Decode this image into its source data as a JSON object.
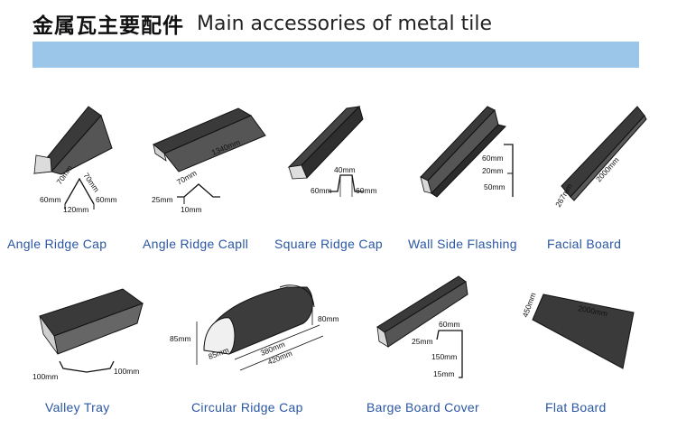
{
  "header": {
    "title_zh": "金属瓦主要配件",
    "title_en": "Main accessories of metal tile"
  },
  "products": [
    {
      "id": "angle-ridge-cap",
      "label": "Angle Ridge Cap",
      "dims": [
        "70mm",
        "70mm",
        "60mm",
        "60mm",
        "120mm"
      ]
    },
    {
      "id": "angle-ridge-cap-2",
      "label": "Angle Ridge Capll",
      "dims": [
        "1340mm",
        "70mm",
        "25mm",
        "10mm"
      ]
    },
    {
      "id": "square-ridge-cap",
      "label": "Square Ridge Cap",
      "dims": [
        "40mm",
        "60mm",
        "60mm"
      ]
    },
    {
      "id": "wall-side-flashing",
      "label": "Wall Side Flashing",
      "dims": [
        "60mm",
        "20mm",
        "50mm"
      ]
    },
    {
      "id": "facial-board",
      "label": "Facial Board",
      "dims": [
        "2000mm",
        "267mm"
      ]
    },
    {
      "id": "valley-tray",
      "label": "Valley  Tray",
      "dims": [
        "100mm",
        "100mm"
      ]
    },
    {
      "id": "circular-ridge-cap",
      "label": "Circular  Ridge  Cap",
      "dims": [
        "85mm",
        "85mm",
        "80mm",
        "380mm",
        "420mm"
      ]
    },
    {
      "id": "barge-board-cover",
      "label": "Barge  Board  Cover",
      "dims": [
        "60mm",
        "25mm",
        "150mm",
        "15mm"
      ]
    },
    {
      "id": "flat-board",
      "label": "Flat  Board",
      "dims": [
        "2000mm",
        "450mm"
      ]
    }
  ],
  "colors": {
    "band": "#9cc5ea",
    "metal": "#3b3b3b",
    "label": "#2a57a4"
  }
}
